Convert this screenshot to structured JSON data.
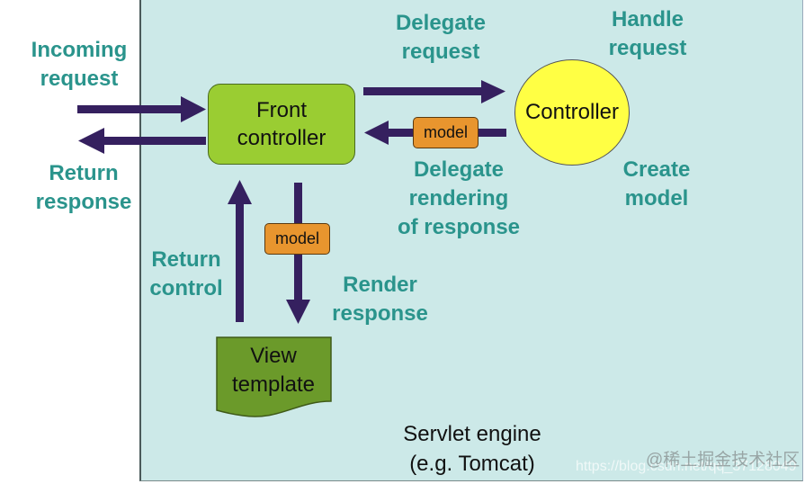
{
  "diagram": {
    "container": {
      "title_line1": "Servlet engine",
      "title_line2": "(e.g. Tomcat)"
    },
    "nodes": {
      "front_controller": {
        "line1": "Front",
        "line2": "controller"
      },
      "controller": {
        "label": "Controller"
      },
      "view_template": {
        "line1": "View",
        "line2": "template"
      },
      "model_horizontal": {
        "label": "model"
      },
      "model_vertical": {
        "label": "model"
      }
    },
    "labels": {
      "incoming_request": {
        "line1": "Incoming",
        "line2": "request"
      },
      "return_response": {
        "line1": "Return",
        "line2": "response"
      },
      "delegate_request": {
        "line1": "Delegate",
        "line2": "request"
      },
      "handle_request": {
        "line1": "Handle",
        "line2": "request"
      },
      "delegate_rendering": {
        "line1": "Delegate",
        "line2": "rendering",
        "line3": "of response"
      },
      "create_model": {
        "line1": "Create",
        "line2": "model"
      },
      "return_control": {
        "line1": "Return",
        "line2": "control"
      },
      "render_response": {
        "line1": "Render",
        "line2": "response"
      }
    },
    "edges": [
      {
        "from": "client",
        "to": "front_controller",
        "label": "Incoming request"
      },
      {
        "from": "front_controller",
        "to": "client",
        "label": "Return response"
      },
      {
        "from": "front_controller",
        "to": "controller",
        "label": "Delegate request"
      },
      {
        "from": "controller",
        "to": "front_controller",
        "label": "Delegate rendering of response",
        "carries": "model"
      },
      {
        "from": "front_controller",
        "to": "view_template",
        "label": "Render response",
        "carries": "model"
      },
      {
        "from": "view_template",
        "to": "front_controller",
        "label": "Return control"
      }
    ],
    "colors": {
      "background": "#cce9e8",
      "label_text": "#2a948c",
      "arrow": "#35205f",
      "front_controller_fill": "#9acd32",
      "controller_fill": "#ffff44",
      "model_fill": "#e8952e",
      "view_fill": "#6b9a2a"
    }
  },
  "watermark": {
    "line1": "@稀土掘金技术社区",
    "line2": "https://blog.csdn.net/qq_37128049"
  }
}
